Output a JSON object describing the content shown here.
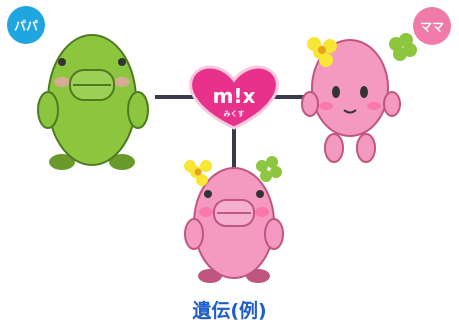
{
  "labels": {
    "father": "パパ",
    "mother": "ママ",
    "logo_main": "m!x",
    "logo_sub": "みくす",
    "caption": "遺伝(例)"
  },
  "colors": {
    "father_badge": "#1fa6e0",
    "mother_badge": "#f07aa8",
    "caption": "#1f5ec8",
    "father_body": "#8cc63f",
    "pink_body": "#f49ac1",
    "heart": "#e8318a",
    "leaf": "#8dc63f",
    "flower": "#f7e633"
  }
}
